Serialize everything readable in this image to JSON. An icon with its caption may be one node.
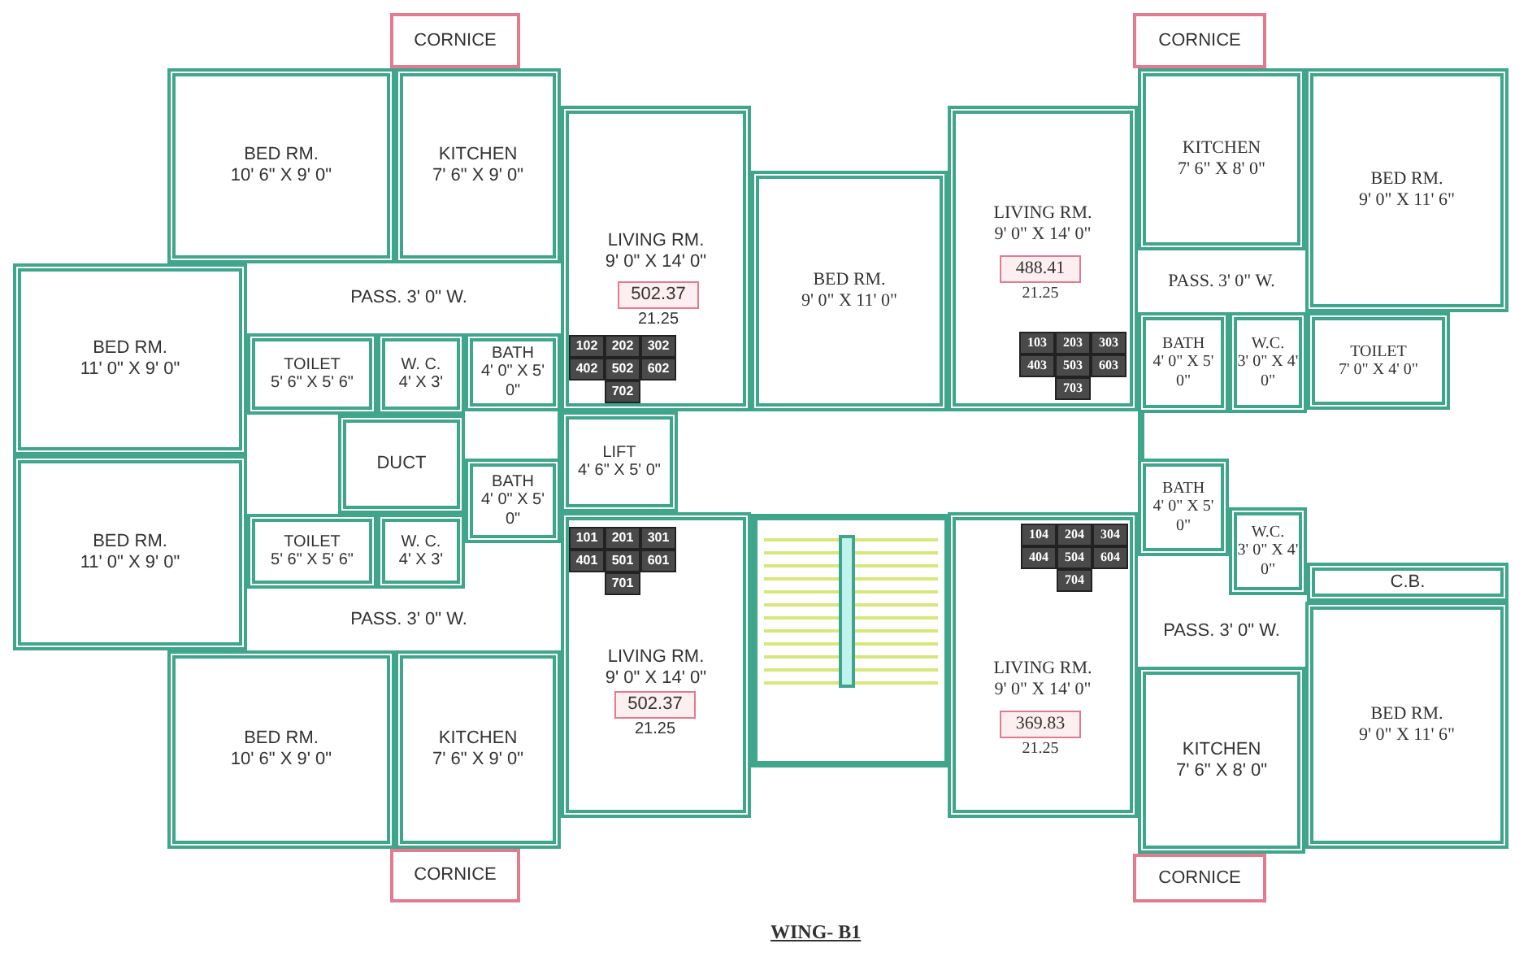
{
  "diagram": {
    "title": "WING- B1",
    "nodes": [
      {
        "text": [
          "CORNICE"
        ]
      },
      {
        "text": [
          "CORNICE"
        ]
      },
      {
        "text": [
          "BED RM.",
          "10' 6\" X 9' 0\""
        ]
      },
      {
        "text": [
          "KITCHEN",
          "7' 6\" X 9' 0\""
        ]
      },
      {
        "text": [
          "KITCHEN",
          "7' 6\" X 8' 0\""
        ]
      },
      {
        "text": [
          "BED RM.",
          "9' 0\" X 11' 6\""
        ]
      },
      {
        "text": [
          "LIVING RM.",
          "9' 0\" X 14' 0\""
        ]
      },
      {
        "text": [
          "502.37"
        ],
        "in": 6,
        "beside": [
          "21.25"
        ]
      },
      {
        "text": [
          "102"
        ],
        "in": 6
      },
      {
        "text": [
          "202"
        ],
        "in": 6
      },
      {
        "text": [
          "302"
        ],
        "in": 6
      },
      {
        "text": [
          "402"
        ],
        "in": 6
      },
      {
        "text": [
          "502"
        ],
        "in": 6
      },
      {
        "text": [
          "602"
        ],
        "in": 6
      },
      {
        "text": [
          "702"
        ],
        "in": 6
      },
      {
        "text": [
          "BED RM.",
          "9' 0\" X 11' 0\""
        ]
      },
      {
        "text": [
          "LIVING RM.",
          "9' 0\" X 14' 0\""
        ]
      },
      {
        "text": [
          "488.41"
        ],
        "in": 16,
        "beside": [
          "21.25"
        ]
      },
      {
        "text": [
          "103"
        ],
        "in": 16
      },
      {
        "text": [
          "203"
        ],
        "in": 16
      },
      {
        "text": [
          "303"
        ],
        "in": 16
      },
      {
        "text": [
          "403"
        ],
        "in": 16
      },
      {
        "text": [
          "503"
        ],
        "in": 16
      },
      {
        "text": [
          "603"
        ],
        "in": 16
      },
      {
        "text": [
          "703"
        ],
        "in": 16
      },
      {
        "text": [
          "BED RM.",
          "11' 0\" X 9' 0\""
        ]
      },
      {
        "text": [
          "PASS. 3' 0\" W."
        ]
      },
      {
        "text": [
          "PASS. 3' 0\" W."
        ]
      },
      {
        "text": [
          "TOILET",
          "5' 6\" X 5' 6\""
        ]
      },
      {
        "text": [
          "W. C.",
          "4' X 3'"
        ]
      },
      {
        "text": [
          "BATH",
          "4' 0\" X 5' 0\""
        ]
      },
      {
        "text": [
          "BATH",
          "4' 0\" X 5' 0\""
        ]
      },
      {
        "text": [
          "W.C.",
          "3' 0\" X 4' 0\""
        ]
      },
      {
        "text": [
          "TOILET",
          "7' 0\" X 4' 0\""
        ]
      },
      {
        "text": [
          "DUCT"
        ]
      },
      {
        "text": [
          "LIFT",
          "4' 6\" X 5' 0\""
        ]
      },
      {
        "text": [
          "BATH",
          "4' 0\" X 5' 0\""
        ]
      },
      {
        "text": [
          "BATH",
          "4' 0\" X 5' 0\""
        ]
      },
      {
        "text": [
          "BED RM.",
          "11' 0\" X 9' 0\""
        ]
      },
      {
        "text": [
          "TOILET",
          "5' 6\" X 5' 6\""
        ]
      },
      {
        "text": [
          "W. C.",
          "4' X 3'"
        ]
      },
      {
        "text": [
          "W.C.",
          "3' 0\" X 4' 0\""
        ]
      },
      {
        "text": [
          "LIVING RM.",
          "9' 0\" X 14' 0\""
        ]
      },
      {
        "text": [
          "502.37"
        ],
        "in": 42,
        "beside": [
          "21.25"
        ]
      },
      {
        "text": [
          "101"
        ],
        "in": 42
      },
      {
        "text": [
          "201"
        ],
        "in": 42
      },
      {
        "text": [
          "301"
        ],
        "in": 42
      },
      {
        "text": [
          "401"
        ],
        "in": 42
      },
      {
        "text": [
          "501"
        ],
        "in": 42
      },
      {
        "text": [
          "601"
        ],
        "in": 42
      },
      {
        "text": [
          "701"
        ],
        "in": 42
      },
      {
        "text": [
          "LIVING RM.",
          "9' 0\" X 14' 0\""
        ]
      },
      {
        "text": [
          "369.83"
        ],
        "in": 51,
        "beside": [
          "21.25"
        ]
      },
      {
        "text": [
          "104"
        ],
        "in": 51
      },
      {
        "text": [
          "204"
        ],
        "in": 51
      },
      {
        "text": [
          "304"
        ],
        "in": 51
      },
      {
        "text": [
          "404"
        ],
        "in": 51
      },
      {
        "text": [
          "504"
        ],
        "in": 51
      },
      {
        "text": [
          "604"
        ],
        "in": 51
      },
      {
        "text": [
          "704"
        ],
        "in": 51
      },
      {
        "text": [
          "C.B."
        ]
      },
      {
        "text": [
          "PASS. 3' 0\" W."
        ]
      },
      {
        "text": [
          "PASS. 3' 0\" W."
        ]
      },
      {
        "text": [
          "BED RM.",
          "10' 6\" X 9' 0\""
        ]
      },
      {
        "text": [
          "KITCHEN",
          "7' 6\" X 9' 0\""
        ]
      },
      {
        "text": [
          "KITCHEN",
          "7' 6\" X 8' 0\""
        ]
      },
      {
        "text": [
          "BED RM.",
          "9' 0\" X 11' 6\""
        ]
      },
      {
        "text": [
          "CORNICE"
        ]
      },
      {
        "text": [
          "CORNICE"
        ]
      }
    ]
  }
}
